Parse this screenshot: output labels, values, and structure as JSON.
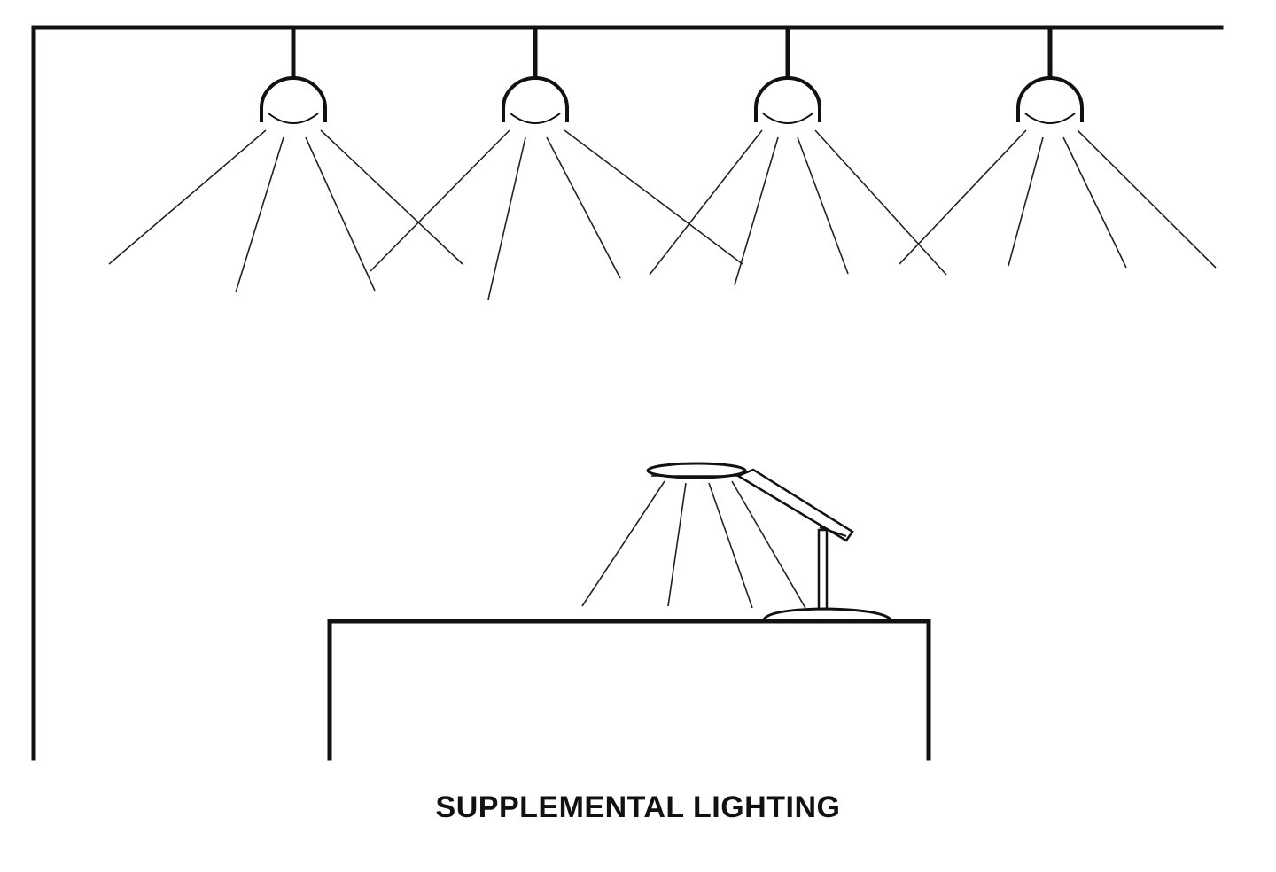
{
  "caption": "SUPPLEMENTAL LIGHTING",
  "colors": {
    "line": "#111111",
    "ray": "#222222",
    "background": "#ffffff"
  },
  "overhead_lights": [
    {
      "name": "overhead-light-1"
    },
    {
      "name": "overhead-light-2"
    },
    {
      "name": "overhead-light-3"
    },
    {
      "name": "overhead-light-4"
    }
  ],
  "desk_lamp": {
    "name": "desk-lamp"
  },
  "desk": {
    "name": "desk"
  }
}
